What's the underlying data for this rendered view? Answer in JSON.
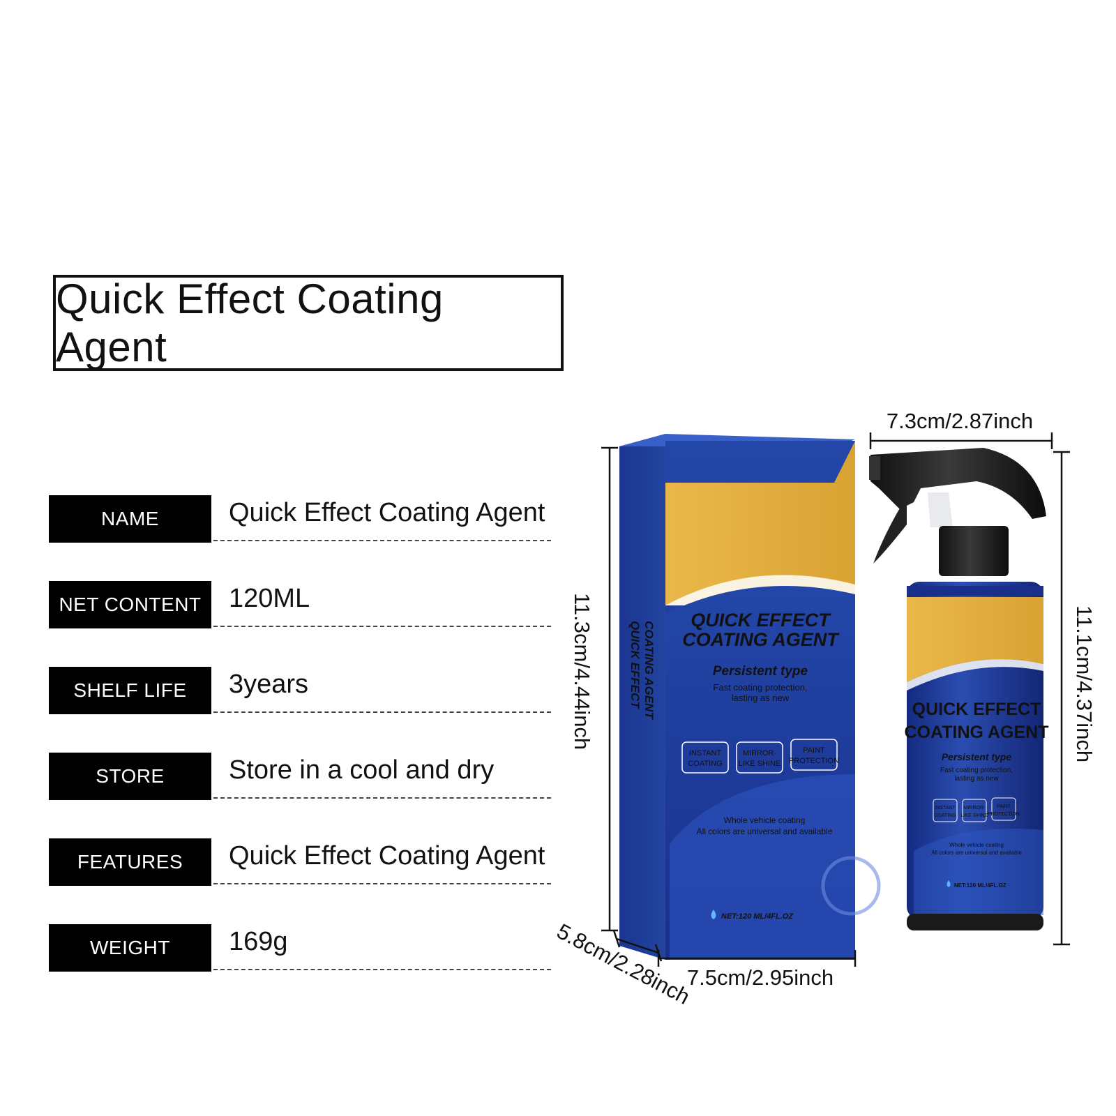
{
  "title": "Quick Effect Coating Agent",
  "specs": [
    {
      "label": "NAME",
      "value": "Quick Effect Coating Agent"
    },
    {
      "label": "NET  CONTENT",
      "value": "120ML"
    },
    {
      "label": "SHELF LIFE",
      "value": "3years"
    },
    {
      "label": "STORE",
      "value": "Store in a cool and dry"
    },
    {
      "label": "FEATURES",
      "value": "Quick Effect Coating Agent"
    },
    {
      "label": "WEIGHT",
      "value": "169g"
    }
  ],
  "dimensions": {
    "box_height": "11.3cm/4.44inch",
    "box_depth": "5.8cm/2.28inch",
    "box_width": "7.5cm/2.95inch",
    "bottle_width": "7.3cm/2.87inch",
    "bottle_height": "11.1cm/4.37inch"
  },
  "package": {
    "line1": "QUICK EFFECT",
    "line2": "COATING AGENT",
    "side_line1": "QUICK EFFECT",
    "side_line2": "COATING AGENT",
    "subtitle": "Persistent type",
    "tagline1": "Fast coating protection,",
    "tagline2": "lasting as new",
    "badges": [
      {
        "line1": "INSTANT",
        "line2": "COATING"
      },
      {
        "line1": "MIRROR-",
        "line2": "LIKE SHINE"
      },
      {
        "line1": "PAINT",
        "line2": "PROTECTION"
      }
    ],
    "info1": "Whole vehicle coating",
    "info2": "All colors are universal and available",
    "net": "NET:120 ML/4FL.OZ"
  },
  "colors": {
    "brand_blue": "#1d3f9e",
    "brand_gold": "#e2ae3c",
    "label_black": "#000000"
  }
}
